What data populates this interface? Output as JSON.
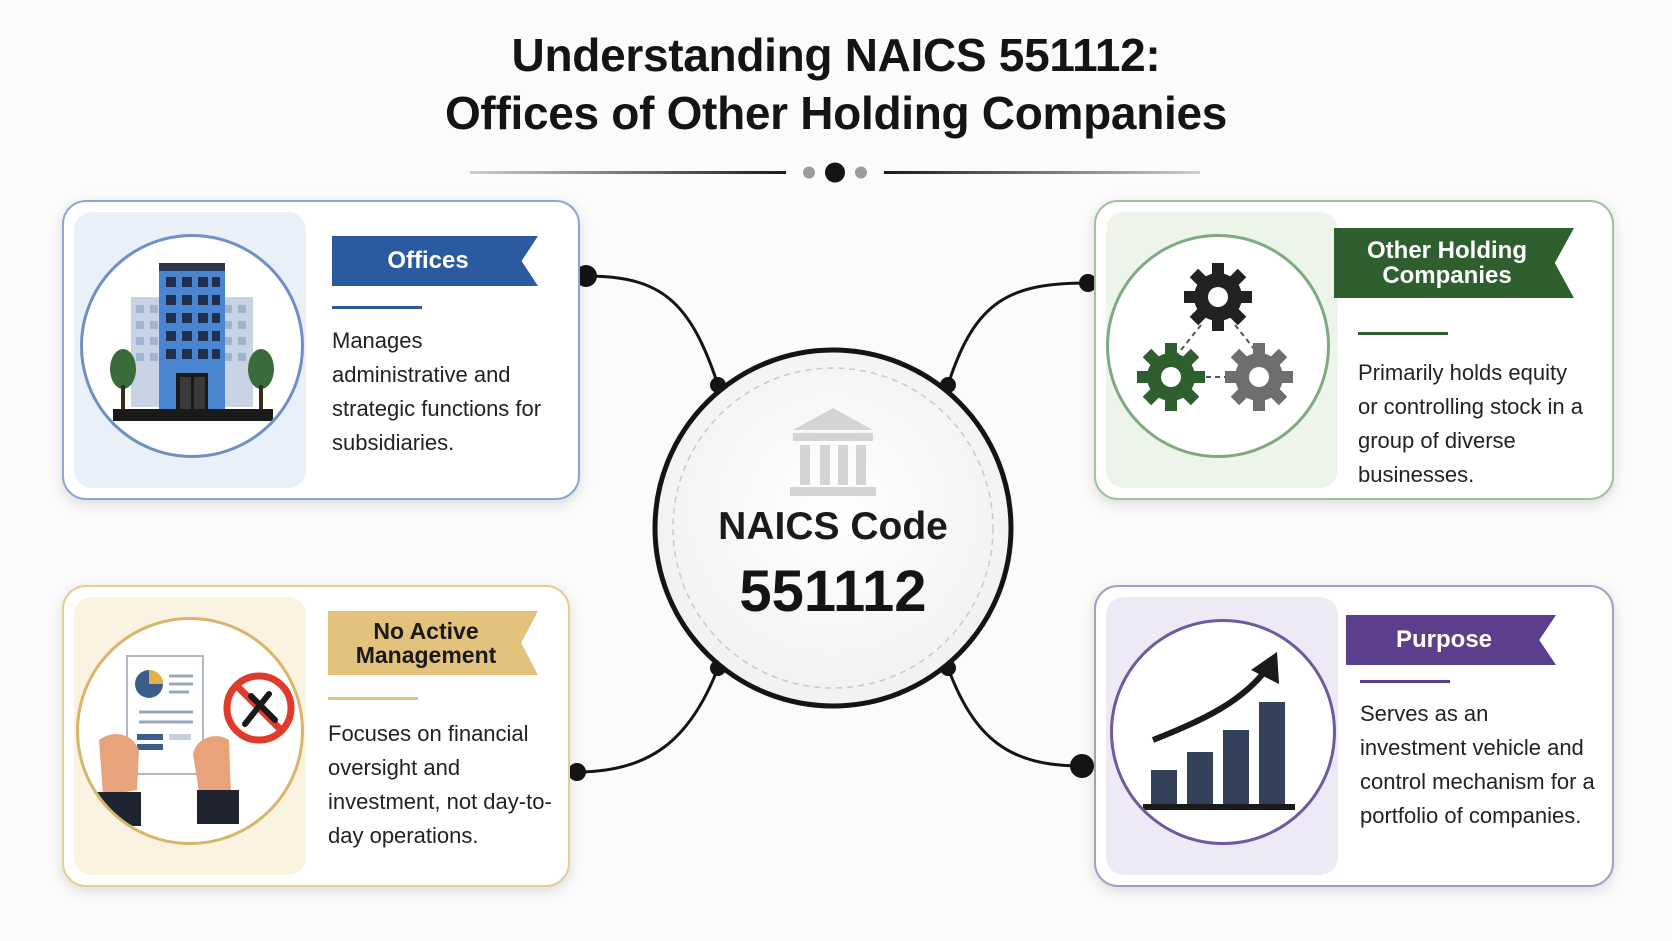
{
  "title": {
    "line1": "Understanding NAICS 551112:",
    "line2": "Offices of Other Holding Companies"
  },
  "center": {
    "label": "NAICS Code",
    "code": "551112",
    "icon": "bank-building-icon"
  },
  "cards": {
    "offices": {
      "heading": "Offices",
      "description": "Manages administrative and strategic functions for subsidiaries.",
      "icon": "office-building-icon",
      "color": "#2c5aa0"
    },
    "holding": {
      "heading_line1": "Other Holding",
      "heading_line2": "Companies",
      "description": "Primarily holds equity or controlling stock in a group of diverse businesses.",
      "icon": "gears-icon",
      "color": "#2f5e2f"
    },
    "no_active": {
      "heading_line1": "No Active",
      "heading_line2": "Management",
      "description": "Focuses on financial oversight and investment, not day-to-day operations.",
      "icon": "report-no-tools-icon",
      "color": "#e3c27b"
    },
    "purpose": {
      "heading": "Purpose",
      "description": "Serves as an investment vehicle and control mechanism for a portfolio of companies.",
      "icon": "growth-chart-icon",
      "color": "#5b3f8c"
    }
  }
}
